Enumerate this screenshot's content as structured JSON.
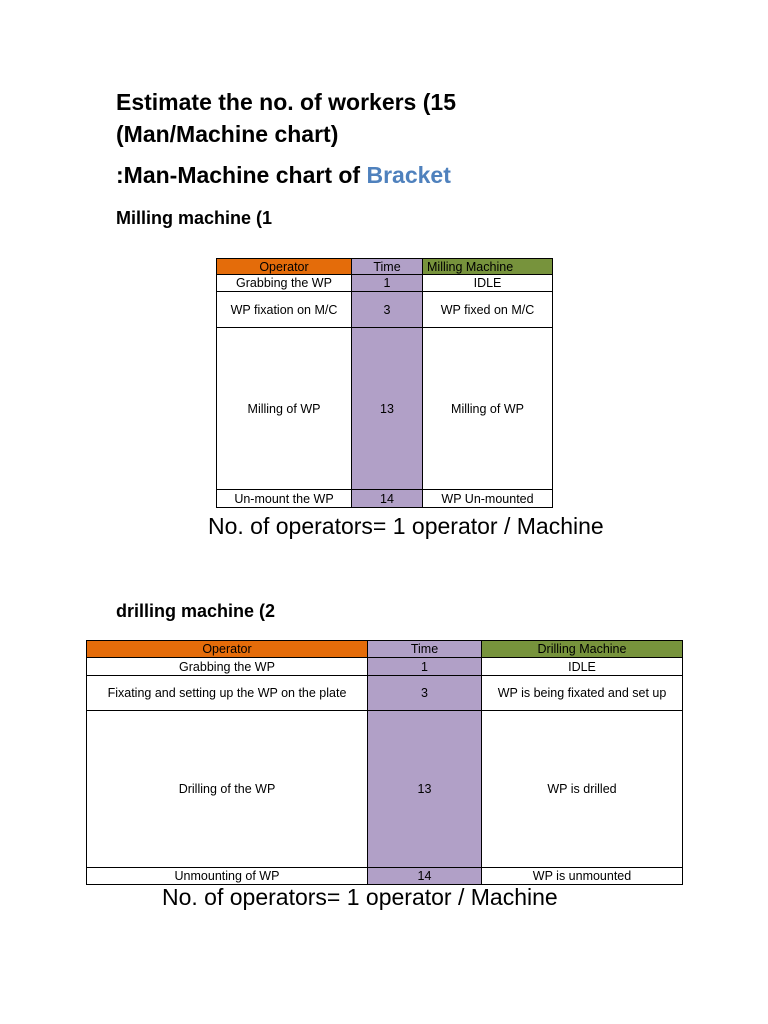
{
  "heading": {
    "line1": "Estimate the no. of workers  (15",
    "line2": "(Man/Machine chart)",
    "subtitle_prefix": ":Man-Machine chart of ",
    "subtitle_accent": "Bracket"
  },
  "colors": {
    "operator_header": "#e46c0a",
    "time_header": "#b1a0c7",
    "machine_header": "#77933c",
    "accent": "#4f81bd"
  },
  "milling": {
    "title": "Milling machine (1",
    "headers": {
      "operator": "Operator",
      "time": "Time",
      "machine": "Milling Machine"
    },
    "rows": [
      {
        "operator": "Grabbing the WP",
        "time": "1",
        "machine": "IDLE"
      },
      {
        "operator": "WP fixation on M/C",
        "time": "3",
        "machine": "WP fixed on M/C"
      },
      {
        "operator": "Milling of WP",
        "time": "13",
        "machine": "Milling of WP"
      },
      {
        "operator": "Un-mount the WP",
        "time": "14",
        "machine": "WP Un-mounted"
      }
    ],
    "note": "No. of operators= 1 operator / Machine"
  },
  "drilling": {
    "title": "drilling machine (2",
    "headers": {
      "operator": "Operator",
      "time": "Time",
      "machine": "Drilling Machine"
    },
    "rows": [
      {
        "operator": "Grabbing the WP",
        "time": "1",
        "machine": "IDLE"
      },
      {
        "operator": "Fixating and setting up the WP on the plate",
        "time": "3",
        "machine": "WP is being fixated and set up"
      },
      {
        "operator": "Drilling of the WP",
        "time": "13",
        "machine": "WP is drilled"
      },
      {
        "operator": "Unmounting of WP",
        "time": "14",
        "machine": "WP is unmounted"
      }
    ],
    "note": "No. of operators= 1 operator / Machine"
  }
}
